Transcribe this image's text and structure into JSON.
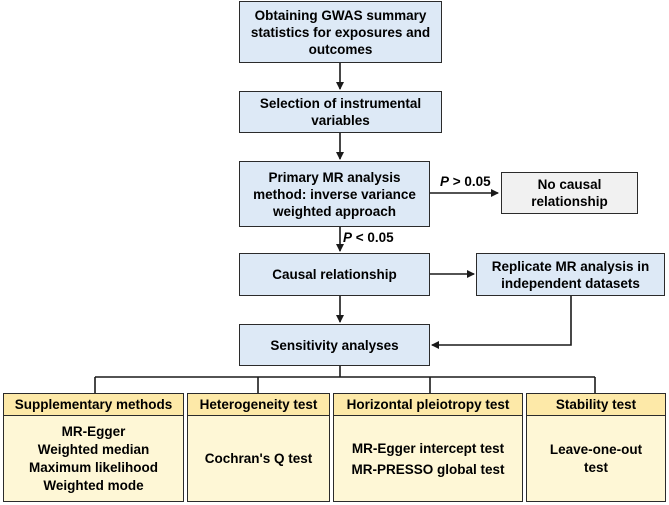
{
  "steps": {
    "gwas": "Obtaining GWAS summary statistics for exposures and outcomes",
    "selection": "Selection of instrumental variables",
    "primary": "Primary MR analysis method: inverse variance weighted approach",
    "no_causal": "No causal relationship",
    "causal": "Causal relationship",
    "replicate": "Replicate MR analysis in independent datasets",
    "sensitivity": "Sensitivity analyses"
  },
  "labels": {
    "p_gt_sym": "P",
    "p_gt_val": " > 0.05",
    "p_lt_sym": "P",
    "p_lt_val": " < 0.05"
  },
  "categories": [
    {
      "title": "Supplementary methods",
      "items": [
        "MR-Egger",
        "Weighted median",
        "Maximum likelihood",
        "Weighted mode"
      ]
    },
    {
      "title": "Heterogeneity test",
      "items": [
        "Cochran's Q test"
      ]
    },
    {
      "title": "Horizontal pleiotropy test",
      "items": [
        "MR-Egger intercept test",
        "MR-PRESSO global test"
      ]
    },
    {
      "title": "Stability test",
      "items": [
        "Leave-one-out test"
      ]
    }
  ],
  "colors": {
    "step_fill": "#dde9f6",
    "outcome_fill": "#f1f1f1",
    "header_fill": "#fde9a8",
    "body_fill": "#fef7d6"
  }
}
